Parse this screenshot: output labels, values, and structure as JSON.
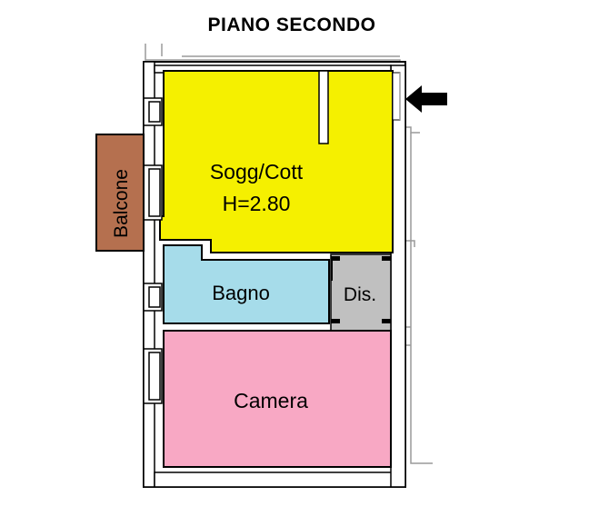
{
  "title": "PIANO SECONDO",
  "rooms": {
    "soggiorno": {
      "name": "Sogg/Cott",
      "height_label": "H=2.80",
      "color": "#f5f000"
    },
    "bagno": {
      "name": "Bagno",
      "color": "#a6dcea"
    },
    "disimpegno": {
      "name": "Dis.",
      "color": "#c0c0c0"
    },
    "camera": {
      "name": "Camera",
      "color": "#f8a8c4"
    },
    "balcone": {
      "name": "Balcone",
      "color": "#b5704f"
    }
  },
  "entrance_arrow": {
    "icon": "entrance-arrow-icon",
    "direction": "left"
  }
}
